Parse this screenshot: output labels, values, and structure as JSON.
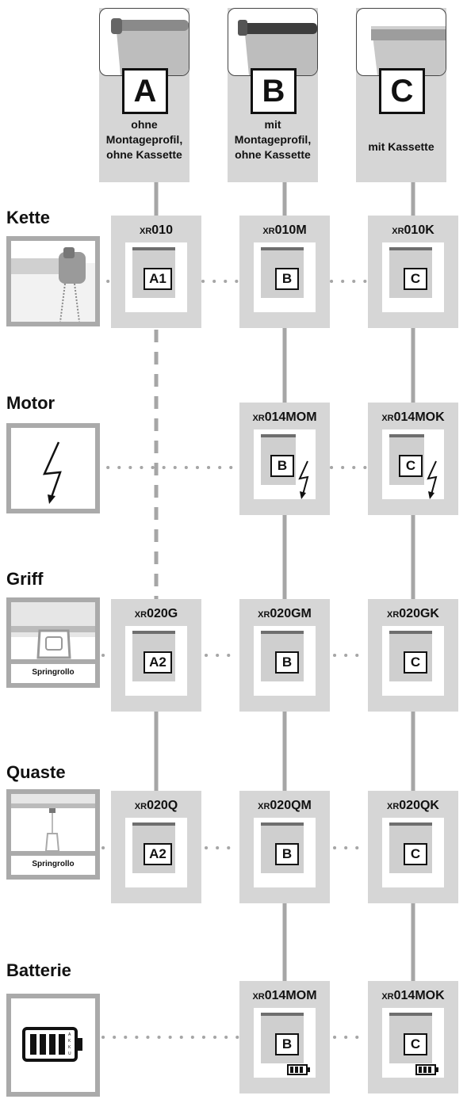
{
  "columns": [
    {
      "letter": "A",
      "desc_lines": [
        "ohne",
        "Montageprofil,",
        "ohne Kassette"
      ]
    },
    {
      "letter": "B",
      "desc_lines": [
        "mit",
        "Montageprofil,",
        "ohne Kassette"
      ]
    },
    {
      "letter": "C",
      "desc_lines": [
        "mit Kassette"
      ]
    }
  ],
  "rows": [
    {
      "label": "Kette",
      "icon": "chain-roller-icon"
    },
    {
      "label": "Motor",
      "icon": "lightning-icon"
    },
    {
      "label": "Griff",
      "icon": "handle-icon",
      "caption": "Springrollo"
    },
    {
      "label": "Quaste",
      "icon": "tassel-icon",
      "caption": "Springrollo"
    },
    {
      "label": "Batterie",
      "icon": "battery-icon",
      "battery_text": "AKKU"
    }
  ],
  "products": {
    "kette": [
      {
        "prefix": "XR",
        "code": "010",
        "badge": "A1"
      },
      {
        "prefix": "XR",
        "code": "010M",
        "badge": "B"
      },
      {
        "prefix": "XR",
        "code": "010K",
        "badge": "C"
      }
    ],
    "motor": [
      {
        "prefix": "XR",
        "code": "014MOM",
        "badge": "B"
      },
      {
        "prefix": "XR",
        "code": "014MOK",
        "badge": "C"
      }
    ],
    "griff": [
      {
        "prefix": "XR",
        "code": "020G",
        "badge": "A2"
      },
      {
        "prefix": "XR",
        "code": "020GM",
        "badge": "B"
      },
      {
        "prefix": "XR",
        "code": "020GK",
        "badge": "C"
      }
    ],
    "quaste": [
      {
        "prefix": "XR",
        "code": "020Q",
        "badge": "A2"
      },
      {
        "prefix": "XR",
        "code": "020QM",
        "badge": "B"
      },
      {
        "prefix": "XR",
        "code": "020QK",
        "badge": "C"
      }
    ],
    "batterie": [
      {
        "prefix": "XR",
        "code": "014MOM",
        "badge": "B"
      },
      {
        "prefix": "XR",
        "code": "014MOK",
        "badge": "C"
      }
    ]
  },
  "colors": {
    "card": "#d6d6d6",
    "line": "#a6a6a6",
    "text": "#111111"
  }
}
